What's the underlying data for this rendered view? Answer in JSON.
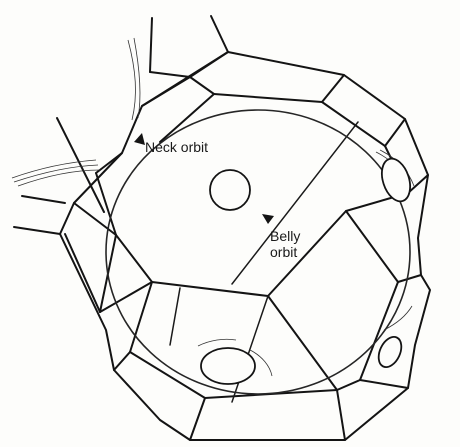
{
  "labels": {
    "neck_orbit": "Neck orbit",
    "belly_orbit_line1": "Belly",
    "belly_orbit_line2": "orbit"
  },
  "colors": {
    "ink": "#141414",
    "paper": "#fdfdfb"
  }
}
